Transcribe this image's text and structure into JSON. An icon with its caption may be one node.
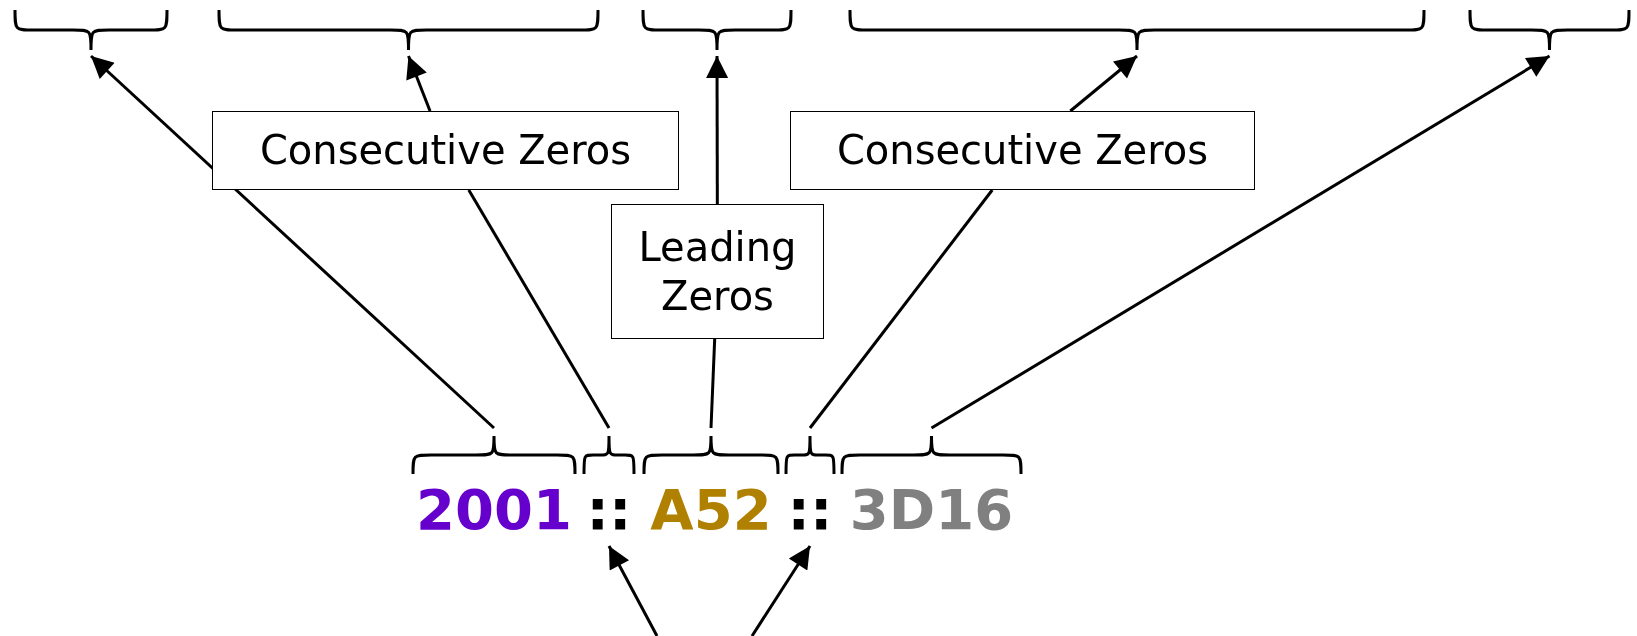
{
  "diagram": {
    "nodes": [
      {
        "text": [],
        "shape": "bracket"
      },
      {
        "text": [],
        "shape": "bracket"
      },
      {
        "text": [],
        "shape": "bracket"
      },
      {
        "text": [],
        "shape": "bracket"
      },
      {
        "text": [],
        "shape": "bracket"
      },
      {
        "text": [
          "Consecutive Zeros"
        ]
      },
      {
        "text": [
          "Consecutive Zeros"
        ]
      },
      {
        "text": [
          "Leading Zeros"
        ]
      },
      {
        "text": [
          "2001"
        ]
      },
      {
        "text": [
          "::"
        ]
      },
      {
        "text": [
          "A52"
        ]
      },
      {
        "text": [
          "::"
        ]
      },
      {
        "text": [
          "3D16"
        ]
      }
    ],
    "edges": [
      {
        "from": 8,
        "to": 0,
        "arrow": "to"
      },
      {
        "from": 9,
        "to": 5,
        "arrow": "none"
      },
      {
        "from": 5,
        "to": 1,
        "arrow": "to"
      },
      {
        "from": 10,
        "to": 7,
        "arrow": "none"
      },
      {
        "from": 7,
        "to": 2,
        "arrow": "to"
      },
      {
        "from": 11,
        "to": 6,
        "arrow": "none"
      },
      {
        "from": 6,
        "to": 3,
        "arrow": "to"
      },
      {
        "from": 12,
        "to": 4,
        "arrow": "to"
      },
      {
        "from": null,
        "to": 9,
        "arrow": "to"
      },
      {
        "from": null,
        "to": 11,
        "arrow": "to"
      }
    ]
  }
}
